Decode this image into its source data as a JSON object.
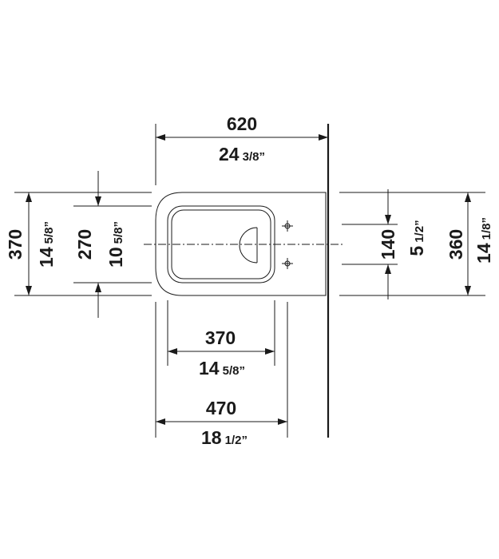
{
  "dimensions": {
    "overall_width": {
      "mm": "620",
      "inch_whole": "24",
      "inch_frac": "3/8”"
    },
    "seat_width": {
      "mm": "370",
      "inch_whole": "14",
      "inch_frac": "5/8”"
    },
    "bowl_width": {
      "mm": "470",
      "inch_whole": "18",
      "inch_frac": "1/2”"
    },
    "left_outer": {
      "mm": "370",
      "inch_whole": "14",
      "inch_frac": "5/8”"
    },
    "left_inner": {
      "mm": "270",
      "inch_whole": "10",
      "inch_frac": "5/8”"
    },
    "right_inner": {
      "mm": "140",
      "inch_whole": "5",
      "inch_frac": "1/2”"
    },
    "right_outer": {
      "mm": "360",
      "inch_whole": "14",
      "inch_frac": "1/8”"
    }
  }
}
